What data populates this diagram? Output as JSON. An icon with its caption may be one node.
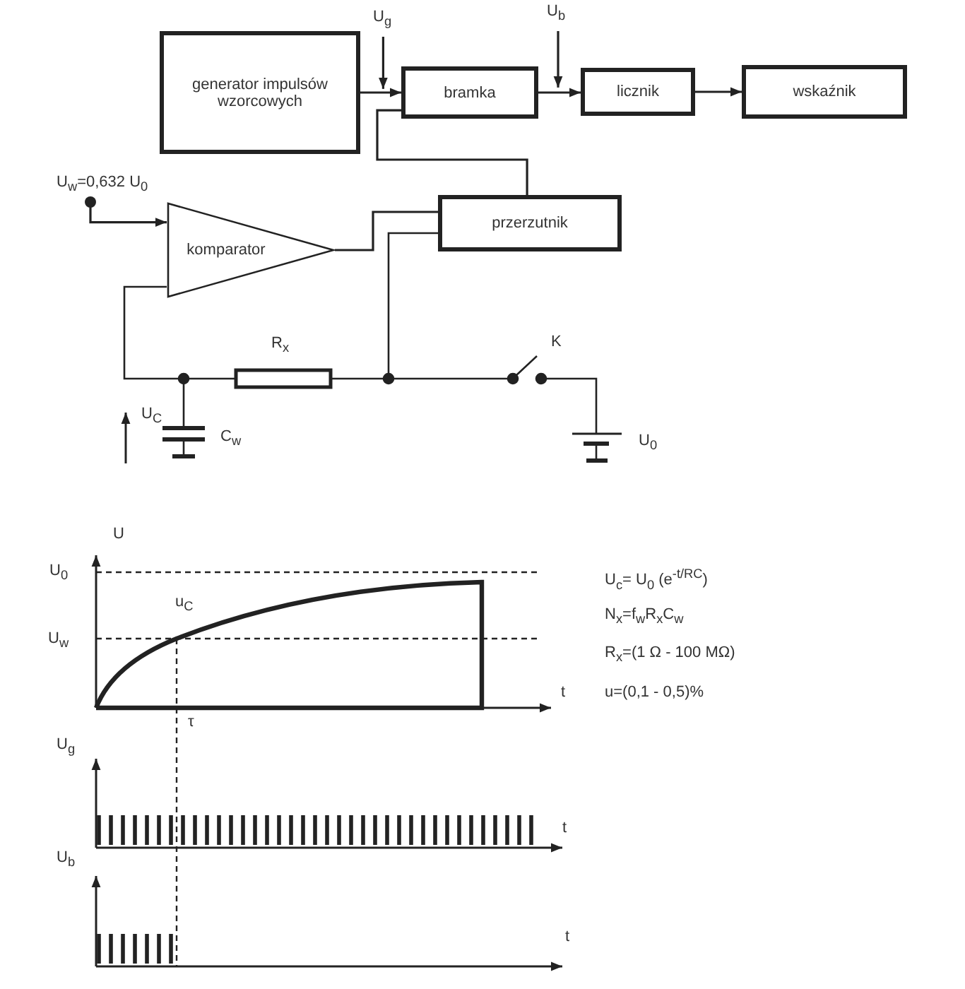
{
  "diagram": {
    "nodes": [
      {
        "text": [
          "generator impulsów wzorcowych"
        ]
      },
      {
        "text": [
          "bramka"
        ]
      },
      {
        "text": [
          "licznik"
        ]
      },
      {
        "text": [
          "wskaźnik"
        ]
      },
      {
        "text": [
          "przerzutnik"
        ]
      },
      {
        "text": [
          "komparator"
        ]
      },
      {
        "text": [
          "U$_{g}$"
        ]
      },
      {
        "text": [
          "U$_{b}$"
        ]
      },
      {
        "text": [
          "U$_{w}$=0,632 U$_{0}$"
        ]
      }
    ],
    "edges": [
      {
        "from": 0,
        "to": 1,
        "arrow": "to"
      },
      {
        "from": 1,
        "to": 2,
        "arrow": "to"
      },
      {
        "from": 2,
        "to": 3,
        "arrow": "to"
      },
      {
        "from": 4,
        "to": 1,
        "arrow": "none"
      },
      {
        "from": 5,
        "to": 4,
        "arrow": "none"
      },
      {
        "from": 8,
        "to": 5,
        "arrow": "to"
      },
      {
        "from": 6,
        "to": 1,
        "arrow": "to"
      },
      {
        "from": 7,
        "to": 2,
        "arrow": "to"
      }
    ],
    "labels": [
      "R$_{x}$",
      "K",
      "U$_{C}$",
      "C$_{w}$",
      "U$_{0}$",
      "U",
      "U$_{0}$",
      "u$_{C}$",
      "U$_{w}$",
      "t",
      "τ",
      "U$_{c}$= U$_{0}$ (e$^{-t/RC}$)",
      "N$_{x}$=f$_{w}$R$_{x}$C$_{w}$",
      "R$_{x}$=(1 Ω - 100 MΩ)",
      "u=(0,1 - 0,5)%",
      "U$_{g}$",
      "t",
      "U$_{b}$",
      "t"
    ]
  }
}
